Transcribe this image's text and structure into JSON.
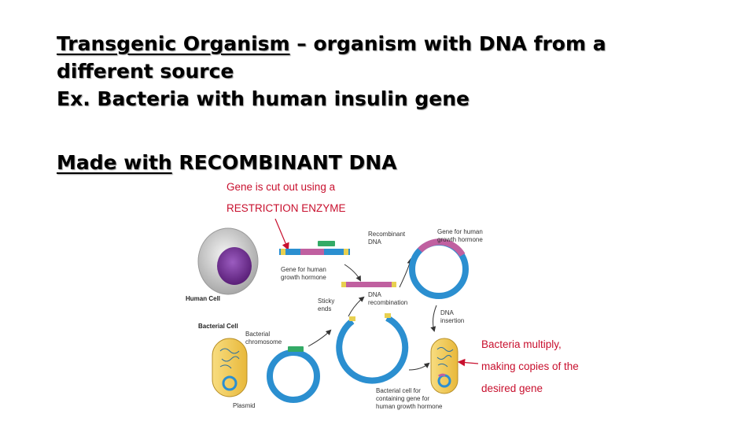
{
  "heading": {
    "term": "Transgenic Organism",
    "definition": " – organism with DNA from a",
    "definition_cont": "different source",
    "example": "Ex. Bacteria with human insulin gene"
  },
  "made_with": {
    "prefix": "Made with",
    "text": " RECOMBINANT DNA"
  },
  "callouts": {
    "gene_cut_line1": "Gene is cut out using a",
    "gene_cut_line2": "RESTRICTION ENZYME",
    "multiply_line1": "Bacteria multiply,",
    "multiply_line2": "making copies of the",
    "multiply_line3": "desired gene"
  },
  "diagram_labels": {
    "human_cell": "Human Cell",
    "bacterial_cell": "Bacterial Cell",
    "gene_human_growth_hormone": "Gene for human\ngrowth hormone",
    "sticky_ends": "Sticky\nends",
    "recombinant_dna": "Recombinant\nDNA",
    "gene_human_growth_hormone_2": "Gene for human\ngrowth hormone",
    "dna_recombination": "DNA\nrecombination",
    "dna_insertion": "DNA\ninsertion",
    "bacterial_chromosome": "Bacterial\nchromosome",
    "plasmid": "Plasmid",
    "bacterial_cell_containing": "Bacterial cell for\ncontaining gene for\nhuman growth hormone"
  },
  "colors": {
    "callout_red": "#c8102e",
    "dna_blue": "#2b8fd0",
    "cell_yellow": "#f2c94c",
    "nucleus_purple": "#6b2b8a"
  }
}
